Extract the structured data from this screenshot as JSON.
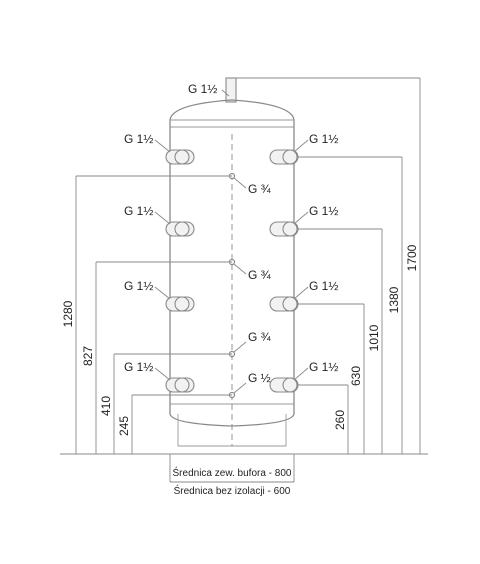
{
  "connections": {
    "top": "G 1½",
    "left": [
      "G 1½",
      "G 1½",
      "G 1½",
      "G 1½"
    ],
    "right": [
      "G 1½",
      "G 1½",
      "G 1½",
      "G 1½"
    ],
    "center": [
      "G ¾",
      "G ¾",
      "G ¾",
      "G ½"
    ]
  },
  "dimensions": {
    "left": [
      "1280",
      "827",
      "410",
      "245"
    ],
    "right": [
      "1700",
      "1380",
      "1010",
      "630",
      "260"
    ]
  },
  "captions": {
    "outer_diameter": "Średnica zew. bufora - 800",
    "inner_diameter": "Średnica bez izolacji - 600"
  }
}
